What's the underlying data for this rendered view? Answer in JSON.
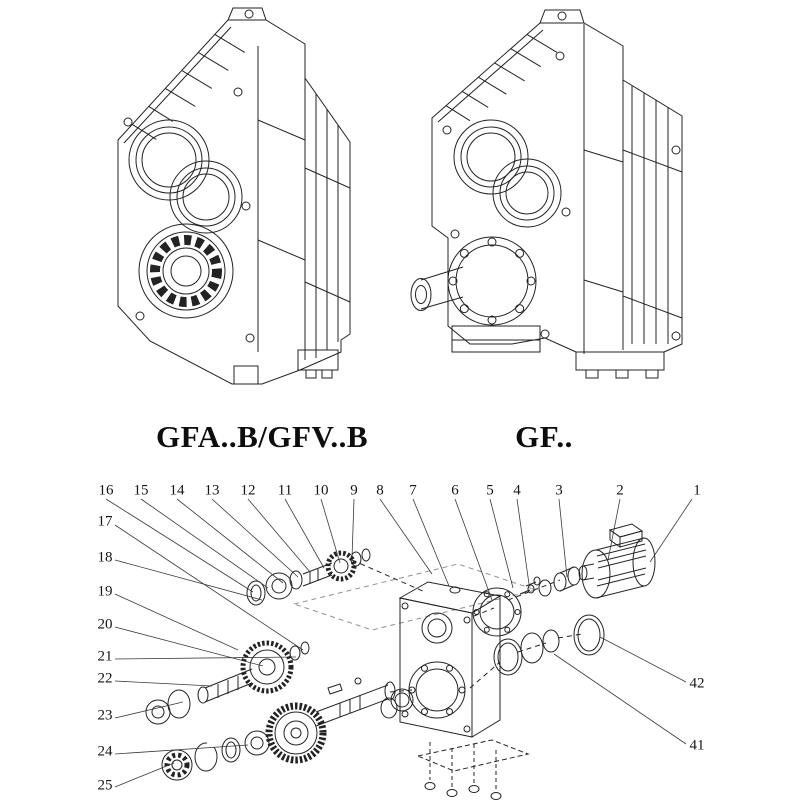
{
  "captions": {
    "left": "GFA..B/GFV..B",
    "right": "GF.."
  },
  "part_numbers": {
    "top_row": [
      "16",
      "15",
      "14",
      "13",
      "12",
      "11",
      "10",
      "9",
      "8",
      "7",
      "6",
      "5",
      "4",
      "3",
      "2",
      "1"
    ],
    "left_column": [
      "17",
      "18",
      "19",
      "20",
      "21",
      "22",
      "23",
      "24",
      "25"
    ],
    "right_column": [
      "42",
      "41"
    ]
  }
}
